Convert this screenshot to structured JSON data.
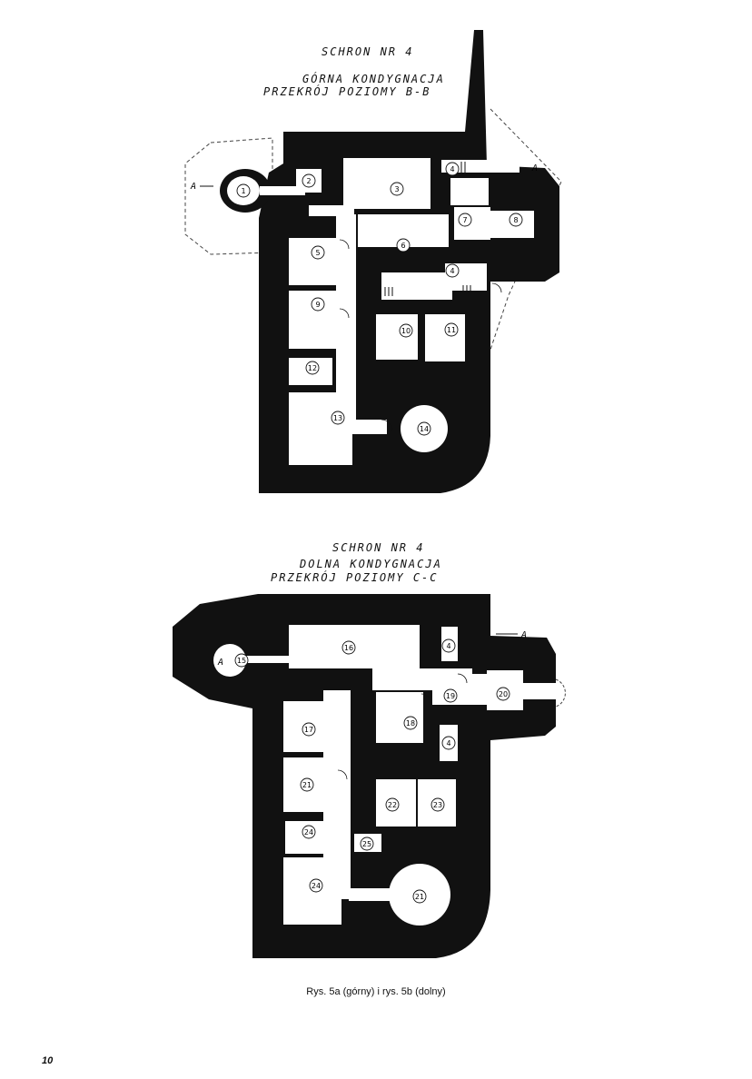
{
  "plan_top": {
    "title_line1": "SCHRON NR 4",
    "title_line2": "GÓRNA KONDYGNACJA",
    "title_line3": "PRZEKRÓJ POZIOMY B-B",
    "section_marker": "A",
    "rooms": [
      "1",
      "2",
      "3",
      "4",
      "5",
      "6",
      "7",
      "8",
      "9",
      "10",
      "11",
      "12",
      "13",
      "14",
      "4"
    ]
  },
  "plan_bottom": {
    "title_line1": "SCHRON NR 4",
    "title_line2": "DOLNA KONDYGNACJA",
    "title_line3": "PRZEKRÓJ POZIOMY C-C",
    "section_marker": "A",
    "rooms": [
      "15",
      "16",
      "4",
      "17",
      "18",
      "19",
      "20",
      "4",
      "21",
      "22",
      "23",
      "24",
      "25",
      "24",
      "21"
    ]
  },
  "caption": "Rys. 5a (górny) i rys. 5b (dolny)",
  "page_number": "10"
}
